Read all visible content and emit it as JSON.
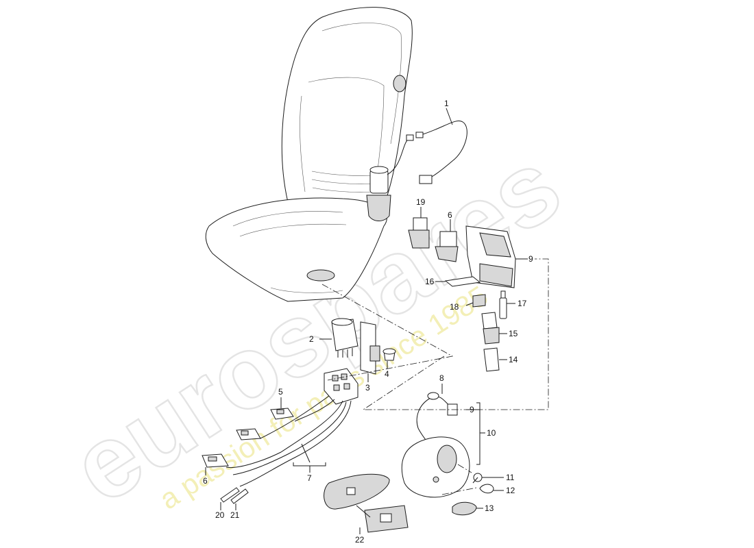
{
  "watermark": {
    "brand": "eurospares",
    "tagline": "a passion for parts since 1985"
  },
  "callouts": [
    {
      "id": "c1",
      "text": "1"
    },
    {
      "id": "c2",
      "text": "2"
    },
    {
      "id": "c3",
      "text": "3"
    },
    {
      "id": "c4",
      "text": "4"
    },
    {
      "id": "c5",
      "text": "5"
    },
    {
      "id": "c6a",
      "text": "6"
    },
    {
      "id": "c6b",
      "text": "6"
    },
    {
      "id": "c7",
      "text": "7"
    },
    {
      "id": "c8",
      "text": "8"
    },
    {
      "id": "c9a",
      "text": "9"
    },
    {
      "id": "c9b",
      "text": "9"
    },
    {
      "id": "c10",
      "text": "10"
    },
    {
      "id": "c11",
      "text": "11"
    },
    {
      "id": "c12",
      "text": "12"
    },
    {
      "id": "c13",
      "text": "13"
    },
    {
      "id": "c14",
      "text": "14"
    },
    {
      "id": "c15",
      "text": "15"
    },
    {
      "id": "c16",
      "text": "16"
    },
    {
      "id": "c17",
      "text": "17"
    },
    {
      "id": "c18",
      "text": "18"
    },
    {
      "id": "c19",
      "text": "19"
    },
    {
      "id": "c20",
      "text": "20"
    },
    {
      "id": "c21",
      "text": "21"
    },
    {
      "id": "c22",
      "text": "22"
    }
  ]
}
